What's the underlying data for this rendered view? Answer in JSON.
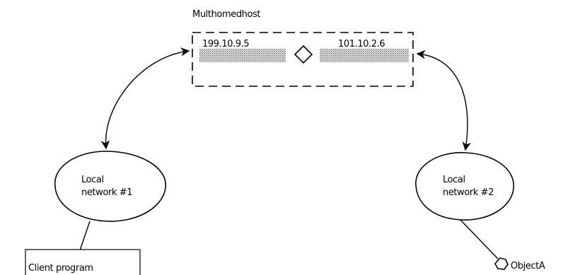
{
  "host": {
    "title": "Multhomedhost",
    "left_ip": "199.10.9.5",
    "right_ip": "101.10.2.6"
  },
  "networks": [
    {
      "line1": "Local",
      "line2": "network #1"
    },
    {
      "line1": "Local",
      "line2": "network #2"
    }
  ],
  "client": {
    "label": "Client program"
  },
  "object": {
    "label": "ObjectA"
  }
}
